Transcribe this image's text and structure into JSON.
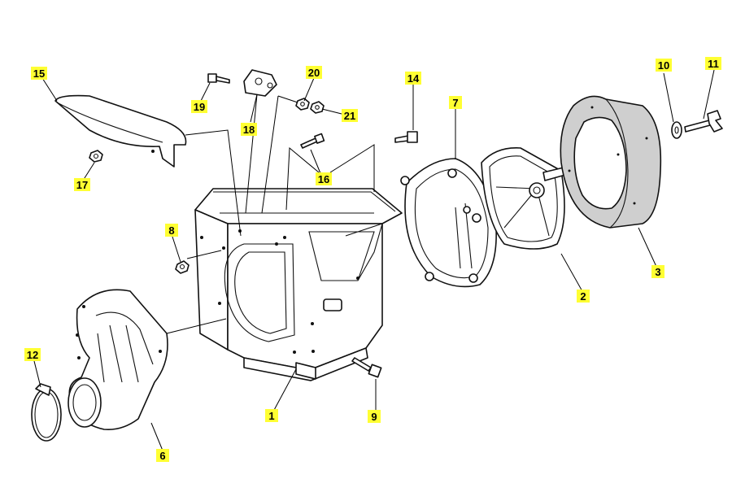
{
  "labels": [
    {
      "id": "1",
      "text": "1"
    },
    {
      "id": "2",
      "text": "2"
    },
    {
      "id": "3",
      "text": "3"
    },
    {
      "id": "6",
      "text": "6"
    },
    {
      "id": "7",
      "text": "7"
    },
    {
      "id": "8",
      "text": "8"
    },
    {
      "id": "9",
      "text": "9"
    },
    {
      "id": "10",
      "text": "10"
    },
    {
      "id": "11",
      "text": "11"
    },
    {
      "id": "12",
      "text": "12"
    },
    {
      "id": "14",
      "text": "14"
    },
    {
      "id": "15",
      "text": "15"
    },
    {
      "id": "16",
      "text": "16"
    },
    {
      "id": "17",
      "text": "17"
    },
    {
      "id": "18",
      "text": "18"
    },
    {
      "id": "19",
      "text": "19"
    },
    {
      "id": "20",
      "text": "20"
    },
    {
      "id": "21",
      "text": "21"
    }
  ],
  "colors": {
    "label_highlight": "#ffff33",
    "line": "#111111",
    "background": "#ffffff"
  }
}
